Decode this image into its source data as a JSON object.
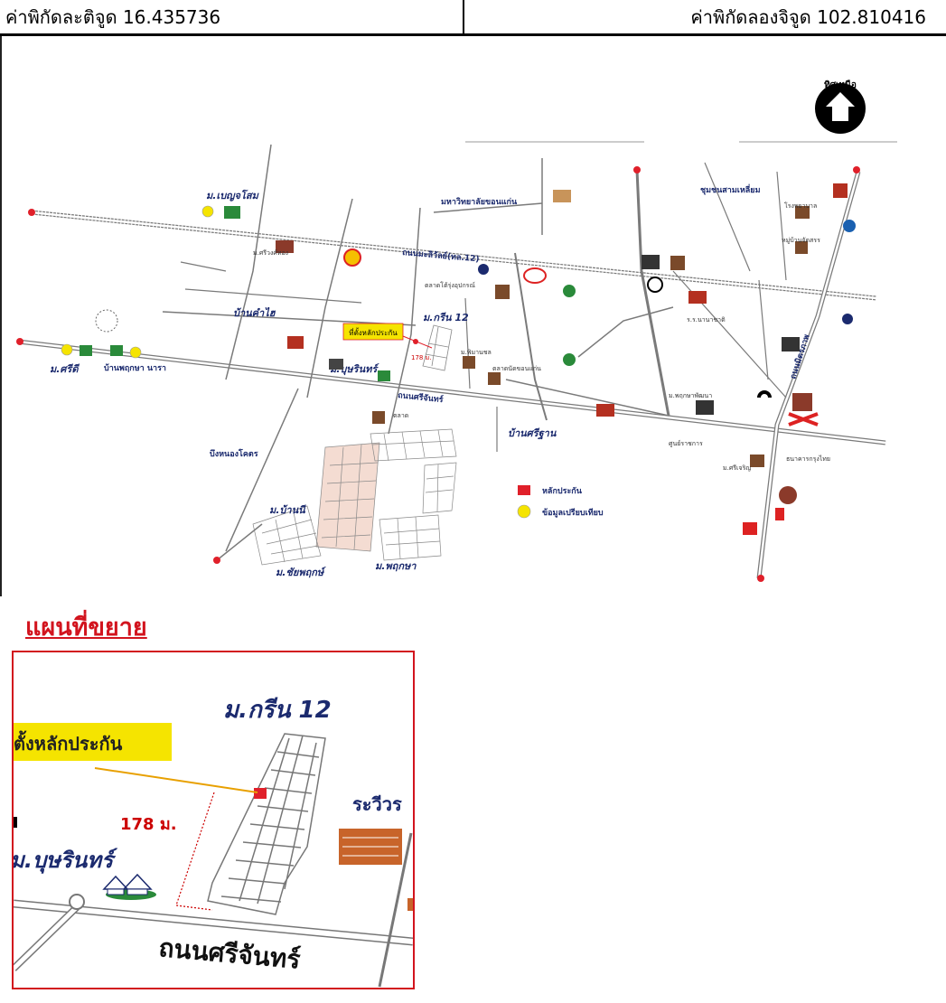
{
  "header": {
    "latitude": "ค่าพิกัดละติจูด 16.435736",
    "longitude": "ค่าพิกัดลองจิจูด 102.810416"
  },
  "compass": {
    "label": "ทิศเหนือ",
    "icon": "north-arrow-icon"
  },
  "map": {
    "labels": {
      "mitraphap_road": "ถนนมิตรภาพ",
      "srichan_road": "ถนนศรีจันทร์",
      "mahachai_road": "ถนนมะลิวัลย์(ทล.12)",
      "ban_kham": "บ้านคำไฮ",
      "ban_si_than": "บ้านศรีฐาน",
      "bueng_nong_khot": "บึงหนองโคตร",
      "chum_chon_sam_liam": "ชุมชนสามเหลี่ยม",
      "kku": "มหาวิทยาลัยขอนแก่น",
      "green12": "ม.กรีน 12",
      "boonyarin": "ม.บุษรินทร์",
      "m_si_dee": "ม.ศรีดี",
      "ban_phutthamana": "บ้านพฤกษา นารา",
      "m_benjamas": "ม.เบญจโสม",
      "m_chaiyaphruek": "ม.ชัยพฤกษ์",
      "m_phruksa": "ม.พฤกษา",
      "m_ban_ni": "ม.บ้านนี",
      "collateral_callout": "ที่ตั้งหลักประกัน",
      "distance_small": "178 ม."
    },
    "legend": {
      "collateral": "หลักประกัน",
      "comparison": "ข้อมูลเปรียบเทียบ"
    },
    "colors": {
      "road": "#7a7a7a",
      "label_blue": "#1b2a6e",
      "collateral_red": "#e0202a",
      "comparison_yellow": "#f5e400",
      "frame_red": "#d2141e"
    }
  },
  "enlarged": {
    "title": "แผนที่ขยาย",
    "village": "ม.กรีน 12",
    "collateral_callout": "ตั้งหลักประกัน",
    "distance": "178 ม.",
    "rawiwan": "ระวีวร",
    "boonyarin": "ม.บุษรินทร์",
    "road": "ถนนศรีจันทร์"
  }
}
